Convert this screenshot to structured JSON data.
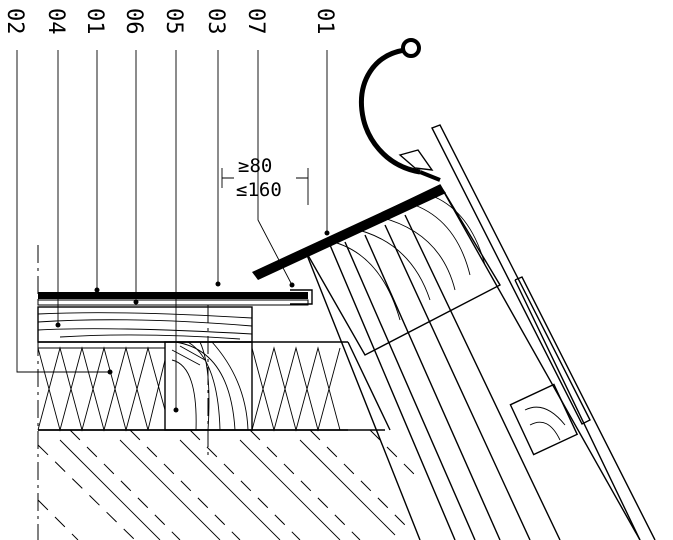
{
  "labels": [
    "02",
    "04",
    "01",
    "06",
    "05",
    "03",
    "07",
    "01"
  ],
  "dimension": {
    "min": "≥80",
    "max": "≤160"
  }
}
